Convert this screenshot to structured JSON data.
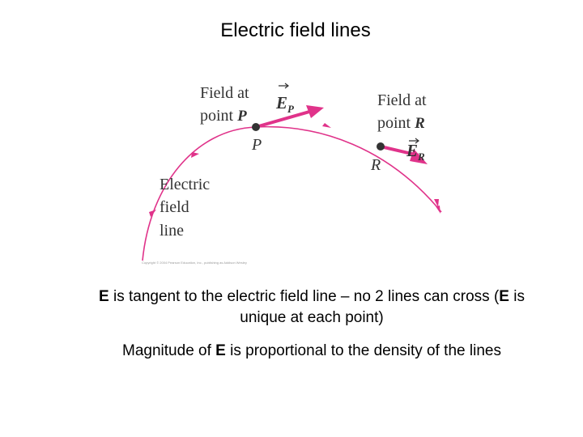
{
  "title": "Electric field lines",
  "diagram": {
    "colors": {
      "field_line": "#e0338a",
      "vector": "#e0338a",
      "point": "#333333"
    },
    "field_line_label": [
      "Electric",
      "field",
      "line"
    ],
    "point_P": {
      "name": "P",
      "label_line1_text": "Field at",
      "label_line2_text": "point",
      "vector": "E",
      "vector_sub": "P"
    },
    "point_R": {
      "name": "R",
      "label_line1_text": "Field at",
      "label_line2_text": "point",
      "vector": "E",
      "vector_sub": "R"
    },
    "copyright": "Copyright © 2004 Pearson Education, Inc., publishing as Addison Wesley"
  },
  "text": {
    "block1": {
      "b1": "E",
      "t1": " is tangent to the electric field line – no 2 lines can cross (",
      "b2": "E",
      "t2": " is unique at each point)"
    },
    "block2": {
      "t1": "Magnitude of ",
      "b1": "E",
      "t2": " is proportional to the density of the lines"
    }
  }
}
